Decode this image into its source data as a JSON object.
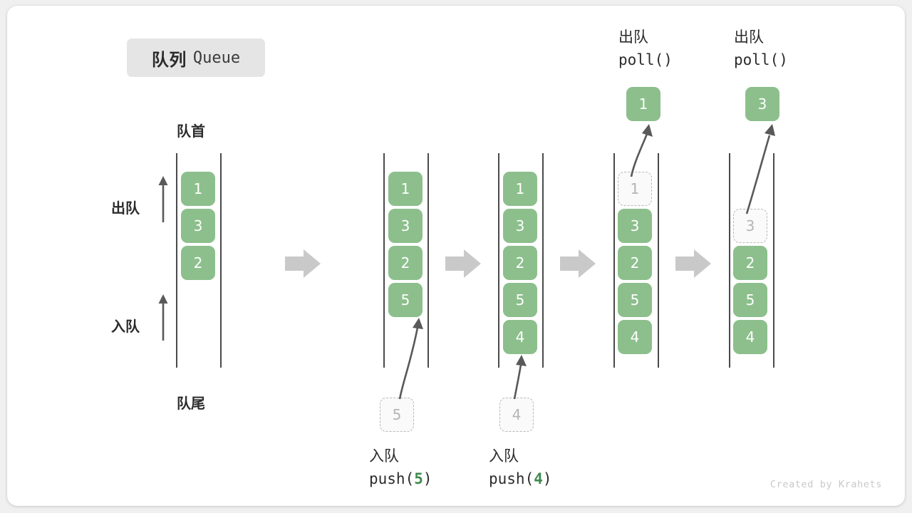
{
  "card": {
    "title_cn": "队列",
    "title_en": "Queue",
    "watermark": "Created by Krahets"
  },
  "legend": {
    "head_label": "队首",
    "tail_label": "队尾",
    "dequeue_label": "出队",
    "enqueue_label": "入队",
    "up_arrow_icon": "arrow-up-icon",
    "step_arrow_icon": "arrow-right-block-icon"
  },
  "colors": {
    "cell_fill": "#8cbf8c",
    "cell_text": "#ffffff",
    "ghost_fill": "#fafafa",
    "ghost_border": "#b8b8b8",
    "ghost_text": "#b5b5b5",
    "rail": "#4a4a4a",
    "step_arrow": "#c9c9c9",
    "accent_number": "#3f8a4e",
    "badge_bg": "#e5e5e5",
    "text": "#2b2b2b",
    "watermark": "#c9c9c9"
  },
  "operations": [
    {
      "cn": "入队",
      "code_prefix": "push(",
      "code_num": "5",
      "code_suffix": ")"
    },
    {
      "cn": "入队",
      "code_prefix": "push(",
      "code_num": "4",
      "code_suffix": ")"
    },
    {
      "cn": "出队",
      "code": "poll()"
    },
    {
      "cn": "出队",
      "code": "poll()"
    }
  ],
  "columns": [
    {
      "name": "initial-queue",
      "cells": [
        {
          "value": "1",
          "state": "filled",
          "slot": 1
        },
        {
          "value": "3",
          "state": "filled",
          "slot": 2
        },
        {
          "value": "2",
          "state": "filled",
          "slot": 3
        }
      ]
    },
    {
      "name": "after-push-5",
      "cells": [
        {
          "value": "1",
          "state": "filled",
          "slot": 1
        },
        {
          "value": "3",
          "state": "filled",
          "slot": 2
        },
        {
          "value": "2",
          "state": "filled",
          "slot": 3
        },
        {
          "value": "5",
          "state": "filled",
          "slot": 4
        }
      ],
      "incoming": {
        "value": "5",
        "state": "ghost"
      }
    },
    {
      "name": "after-push-4",
      "cells": [
        {
          "value": "1",
          "state": "filled",
          "slot": 1
        },
        {
          "value": "3",
          "state": "filled",
          "slot": 2
        },
        {
          "value": "2",
          "state": "filled",
          "slot": 3
        },
        {
          "value": "5",
          "state": "filled",
          "slot": 4
        },
        {
          "value": "4",
          "state": "filled",
          "slot": 5
        }
      ],
      "incoming": {
        "value": "4",
        "state": "ghost"
      }
    },
    {
      "name": "after-poll-1",
      "cells": [
        {
          "value": "1",
          "state": "ghost",
          "slot": 1
        },
        {
          "value": "3",
          "state": "filled",
          "slot": 2
        },
        {
          "value": "2",
          "state": "filled",
          "slot": 3
        },
        {
          "value": "5",
          "state": "filled",
          "slot": 4
        },
        {
          "value": "4",
          "state": "filled",
          "slot": 5
        }
      ],
      "outgoing": {
        "value": "1",
        "state": "filled"
      }
    },
    {
      "name": "after-poll-3",
      "cells": [
        {
          "value": "3",
          "state": "ghost",
          "slot": 2
        },
        {
          "value": "2",
          "state": "filled",
          "slot": 3
        },
        {
          "value": "5",
          "state": "filled",
          "slot": 4
        },
        {
          "value": "4",
          "state": "filled",
          "slot": 5
        }
      ],
      "outgoing": {
        "value": "3",
        "state": "filled"
      }
    }
  ]
}
